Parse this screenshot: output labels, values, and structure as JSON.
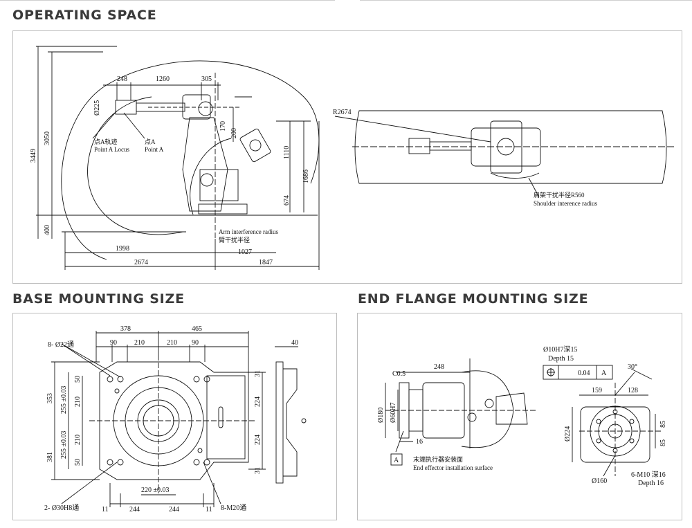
{
  "sections": {
    "operating_space": "OPERATING SPACE",
    "base_mounting": "BASE MOUNTING SIZE",
    "end_flange": "END FLANGE MOUNTING SIZE"
  },
  "operating": {
    "dims": {
      "d248": "248",
      "d1260": "1260",
      "d305": "305",
      "phi225": "Ø225",
      "d3449": "3449",
      "d3050": "3050",
      "d400": "400",
      "d170": "170",
      "d200": "200",
      "d1110": "1110",
      "d674": "674",
      "d1686": "1686",
      "d1998": "1998",
      "d1027": "1027",
      "d2674": "2674",
      "d1847": "1847",
      "r2674": "R2674"
    },
    "labels": {
      "locus_cn": "点A轨迹",
      "locus_en": "Point A Locus",
      "pointa_cn": "点A",
      "pointa_en": "Point A",
      "arm_en": "Arm interference radius",
      "arm_cn": "臂干扰半径",
      "shoulder_cn": "肩架干扰半径R560",
      "shoulder_en": "Shoulder interence radius"
    }
  },
  "base": {
    "dims": {
      "holes22": "8- Ø22通",
      "d378": "378",
      "d465": "465",
      "d90a": "90",
      "d210a": "210",
      "d210b": "210",
      "d90b": "90",
      "d40": "40",
      "d353": "353",
      "d381": "381",
      "d2553": "255 ±0.03",
      "d2554": "255 ±0.03",
      "d50a": "50",
      "d210c": "210",
      "d210d": "210",
      "d50b": "50",
      "d31a": "31",
      "d224a": "224",
      "d224b": "224",
      "d31b": "31",
      "d220": "220 ±0.03",
      "d11a": "11",
      "d244a": "244",
      "d244b": "244",
      "d11b": "11",
      "holes30": "2- Ø30H8通",
      "m20": "8-M20通"
    }
  },
  "flange": {
    "dims": {
      "c05": "C0.5",
      "d248": "248",
      "phi180": "Ø180",
      "phi60": "Ø60H7",
      "d16": "16",
      "hole10": "Ø10H7深15",
      "depth15": "Depth 15",
      "tol": "0.04",
      "datum": "A",
      "ang30": "30°",
      "d159": "159",
      "d128": "128",
      "phi224": "Ø224",
      "d85a": "85",
      "d85b": "85",
      "phi160": "Ø160",
      "m10": "6-M10 深16",
      "depth16": "Depth 16",
      "datumA": "A"
    },
    "labels": {
      "surf_cn": "末端执行器安装面",
      "surf_en": "End effector installation surface"
    }
  }
}
